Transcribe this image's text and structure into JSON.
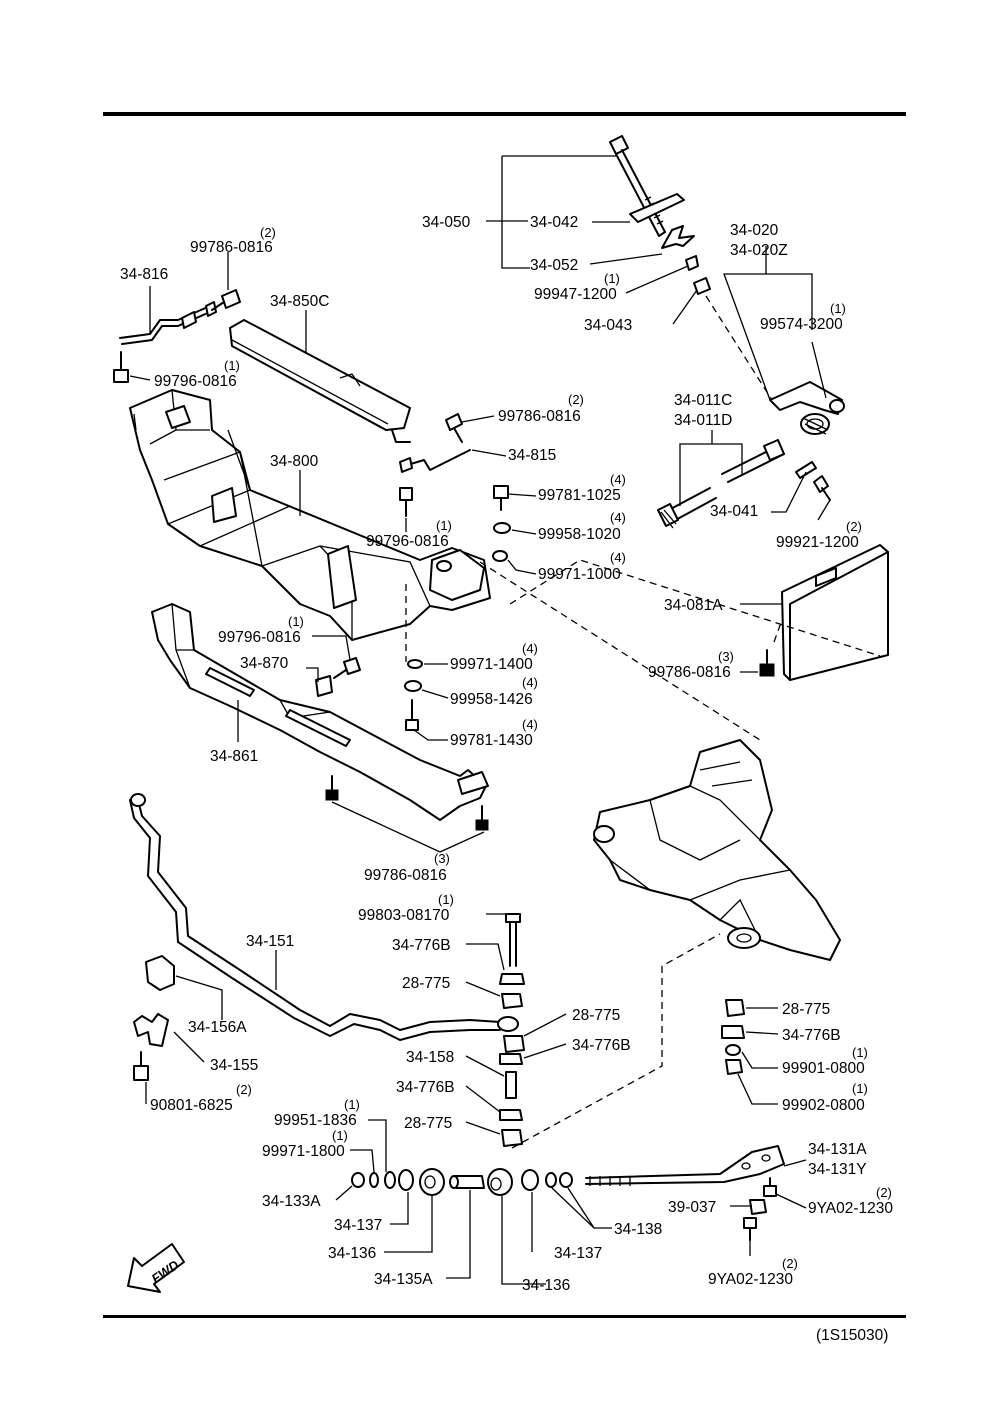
{
  "figure_code": "(1S15030)",
  "fwd_label": "FWD",
  "labels": {
    "p34_050": "34-050",
    "p34_042": "34-042",
    "p34_052": "34-052",
    "p99947_1200": "99947-1200",
    "q99947_1200": "(1)",
    "p34_043": "34-043",
    "p34_020": "34-020",
    "p34_020z": "34-020Z",
    "p99574_3200": "99574-3200",
    "q99574_3200": "(1)",
    "p34_011c": "34-011C",
    "p34_011d": "34-011D",
    "p34_041": "34-041",
    "p99921_1200": "99921-1200",
    "q99921_1200": "(2)",
    "p99786_0816_a": "99786-0816",
    "q99786_0816_a": "(2)",
    "p34_816": "34-816",
    "p34_850c": "34-850C",
    "p99796_0816_a": "99796-0816",
    "q99796_0816_a": "(1)",
    "p99786_0816_b": "99786-0816",
    "q99786_0816_b": "(2)",
    "p34_815": "34-815",
    "p34_800": "34-800",
    "p99781_1025": "99781-1025",
    "q99781_1025": "(4)",
    "p99958_1020": "99958-1020",
    "q99958_1020": "(4)",
    "p99796_0816_b": "99796-0816",
    "q99796_0816_b": "(1)",
    "p99971_1000": "99971-1000",
    "q99971_1000": "(4)",
    "p34_081a": "34-081A",
    "p99786_0816_c": "99786-0816",
    "q99786_0816_c": "(3)",
    "p99796_0816_c": "99796-0816",
    "q99796_0816_c": "(1)",
    "p34_870": "34-870",
    "p99971_1400": "99971-1400",
    "q99971_1400": "(4)",
    "p99958_1426": "99958-1426",
    "q99958_1426": "(4)",
    "p99781_1430": "99781-1430",
    "q99781_1430": "(4)",
    "p34_861": "34-861",
    "p99786_0816_d": "99786-0816",
    "q99786_0816_d": "(3)",
    "p99803_08170": "99803-08170",
    "q99803_08170": "(1)",
    "p34_151": "34-151",
    "p34_776b_a": "34-776B",
    "p28_775_a": "28-775",
    "p28_775_b": "28-775",
    "p34_776b_b": "34-776B",
    "p34_158": "34-158",
    "p34_776b_c": "34-776B",
    "p28_775_c": "28-775",
    "p34_156a": "34-156A",
    "p34_155": "34-155",
    "p90801_6825": "90801-6825",
    "q90801_6825": "(2)",
    "p28_775_d": "28-775",
    "p34_776b_d": "34-776B",
    "p99901_0800": "99901-0800",
    "q99901_0800": "(1)",
    "p99902_0800": "99902-0800",
    "q99902_0800": "(1)",
    "p99951_1836": "99951-1836",
    "q99951_1836": "(1)",
    "p99971_1800": "99971-1800",
    "q99971_1800": "(1)",
    "p34_133a": "34-133A",
    "p34_137_a": "34-137",
    "p34_136_a": "34-136",
    "p34_135a": "34-135A",
    "p34_136_b": "34-136",
    "p34_137_b": "34-137",
    "p34_138": "34-138",
    "p34_131a": "34-131A",
    "p34_131y": "34-131Y",
    "p39_037": "39-037",
    "p9ya02_1230_a": "9YA02-1230",
    "q9ya02_1230_a": "(2)",
    "p9ya02_1230_b": "9YA02-1230",
    "q9ya02_1230_b": "(2)"
  }
}
